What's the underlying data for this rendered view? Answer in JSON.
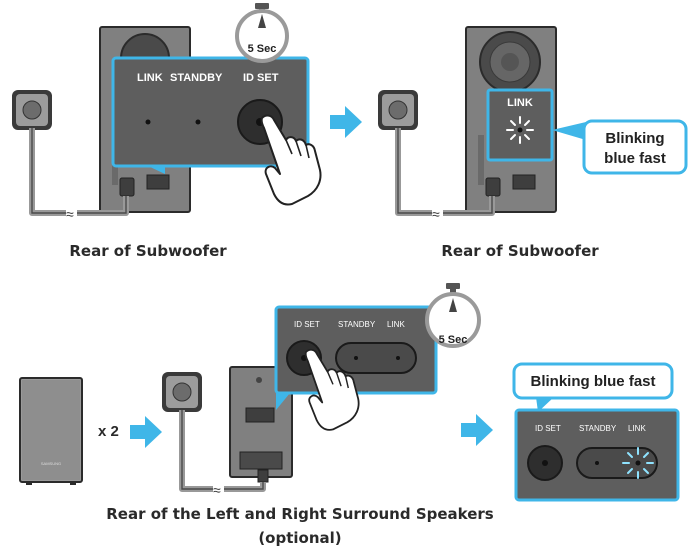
{
  "colors": {
    "accent_blue": "#3fb6e8",
    "panel_gray": "#5e5e5e",
    "speaker_gray": "#9a9a9a",
    "outline_dark": "#2b2b2b",
    "caption_text": "#2a2a2a"
  },
  "timer": {
    "label": "5 Sec"
  },
  "subwoofer_step1": {
    "panel_labels": {
      "link": "LINK",
      "standby": "STANDBY",
      "id_set": "ID SET"
    },
    "caption": "Rear of Subwoofer"
  },
  "subwoofer_step2": {
    "panel_labels": {
      "link": "LINK"
    },
    "callout": {
      "line1": "Blinking",
      "line2": "blue fast"
    },
    "caption": "Rear of Subwoofer"
  },
  "surround_step1": {
    "quantity": "x 2",
    "speaker_logo": "SAMSUNG",
    "panel_labels": {
      "id_set": "ID SET",
      "standby": "STANDBY",
      "link": "LINK"
    },
    "caption_line1": "Rear of the Left and Right Surround Speakers",
    "caption_line2": "(optional)"
  },
  "surround_step2": {
    "callout": "Blinking blue fast",
    "panel_labels": {
      "id_set": "ID SET",
      "standby": "STANDBY",
      "link": "LINK"
    }
  },
  "icons": [
    "wall-outlet-icon",
    "stopwatch-icon",
    "finger-press-icon",
    "arrow-right-icon",
    "blinking-light-icon"
  ]
}
